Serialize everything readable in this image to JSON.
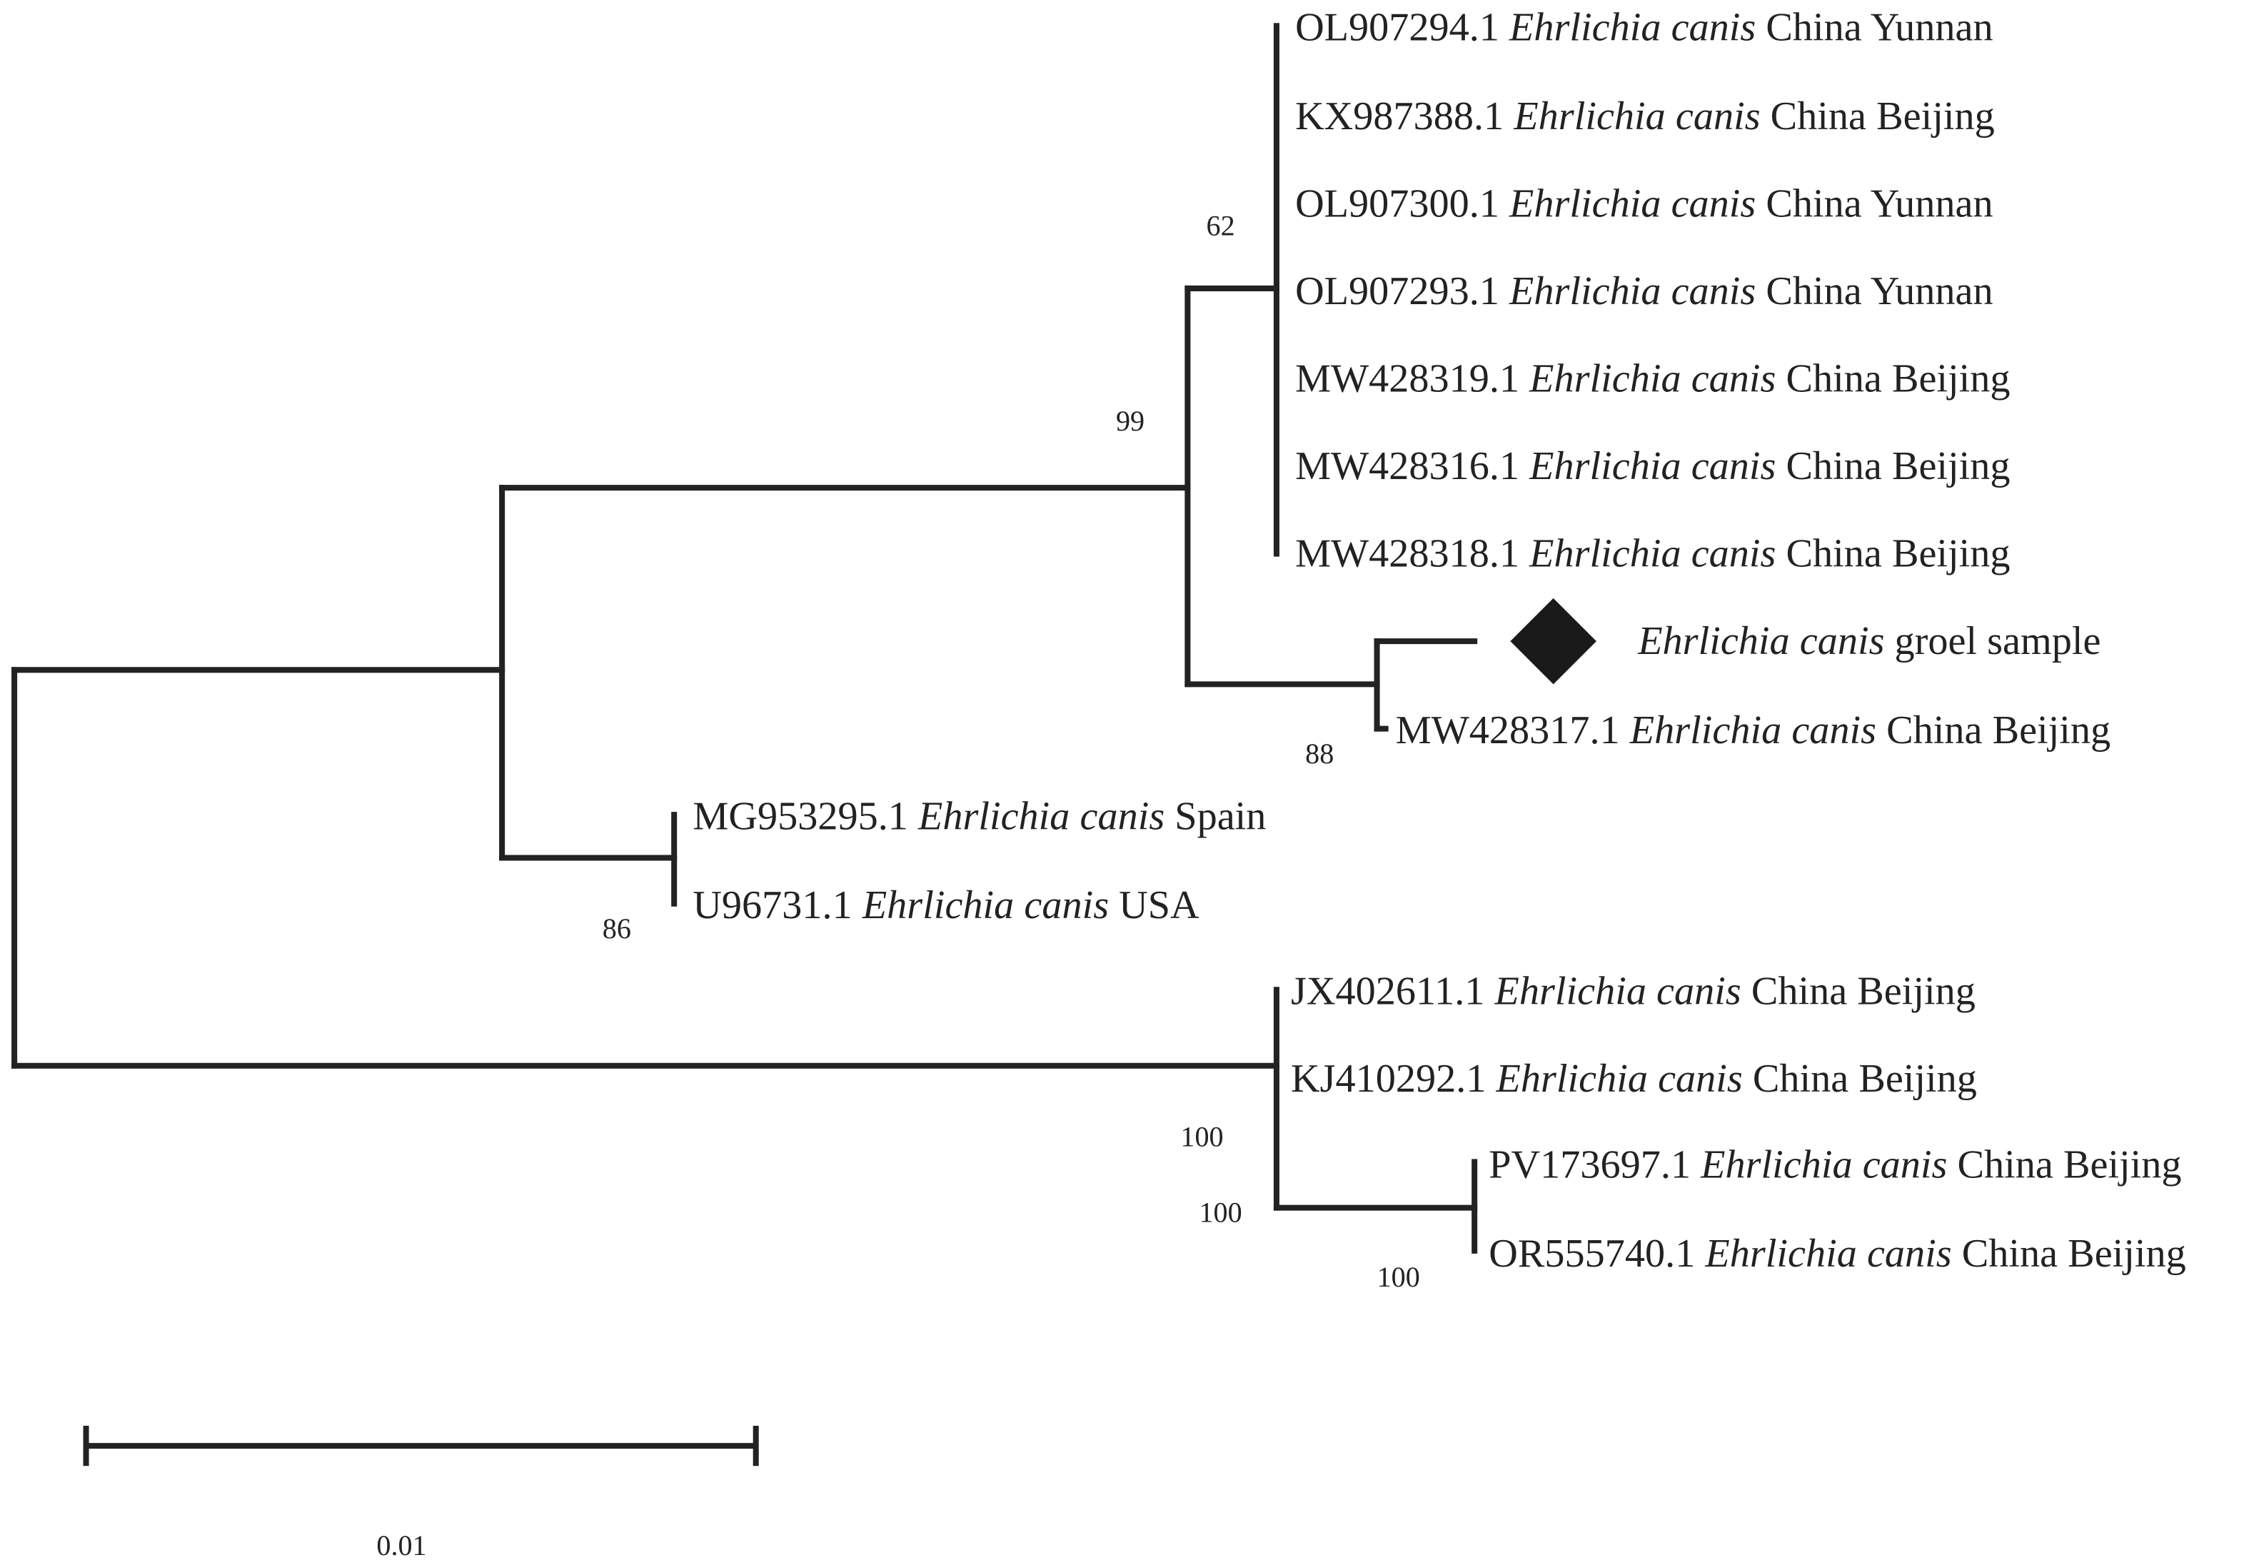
{
  "leaves": [
    {
      "id": "l1",
      "accession": "OL907294.1",
      "species": "Ehrlichia canis",
      "location": "China Yunnan"
    },
    {
      "id": "l2",
      "accession": "KX987388.1",
      "species": "Ehrlichia canis",
      "location": "China Beijing"
    },
    {
      "id": "l3",
      "accession": "OL907300.1",
      "species": "Ehrlichia canis",
      "location": "China Yunnan"
    },
    {
      "id": "l4",
      "accession": "OL907293.1",
      "species": "Ehrlichia canis",
      "location": "China Yunnan"
    },
    {
      "id": "l5",
      "accession": "MW428319.1",
      "species": "Ehrlichia canis",
      "location": "China Beijing"
    },
    {
      "id": "l6",
      "accession": "MW428316.1",
      "species": "Ehrlichia canis",
      "location": "China Beijing"
    },
    {
      "id": "l7",
      "accession": "MW428318.1",
      "species": "Ehrlichia canis",
      "location": "China Beijing"
    },
    {
      "id": "l8",
      "accession": "",
      "species": "Ehrlichia canis",
      "location": "groel sample",
      "highlight": "diamond"
    },
    {
      "id": "l9",
      "accession": "MW428317.1",
      "species": "Ehrlichia canis",
      "location": "China Beijing"
    },
    {
      "id": "l10",
      "accession": "MG953295.1",
      "species": "Ehrlichia canis",
      "location": "Spain"
    },
    {
      "id": "l11",
      "accession": "U96731.1",
      "species": "Ehrlichia canis",
      "location": "USA"
    },
    {
      "id": "l12",
      "accession": "JX402611.1",
      "species": "Ehrlichia canis",
      "location": "China Beijing"
    },
    {
      "id": "l13",
      "accession": "KJ410292.1",
      "species": "Ehrlichia canis",
      "location": "China Beijing"
    },
    {
      "id": "l14",
      "accession": "PV173697.1",
      "species": "Ehrlichia canis",
      "location": "China Beijing"
    },
    {
      "id": "l15",
      "accession": "OR555740.1",
      "species": "Ehrlichia canis",
      "location": "China Beijing"
    }
  ],
  "bootstrap": [
    "62",
    "99",
    "88",
    "86",
    "100",
    "100",
    "100"
  ],
  "scale_bar": {
    "label": "0.01",
    "value": 0.01
  },
  "colors": {
    "branch": "#222222",
    "marker": "#1a1a1a"
  }
}
